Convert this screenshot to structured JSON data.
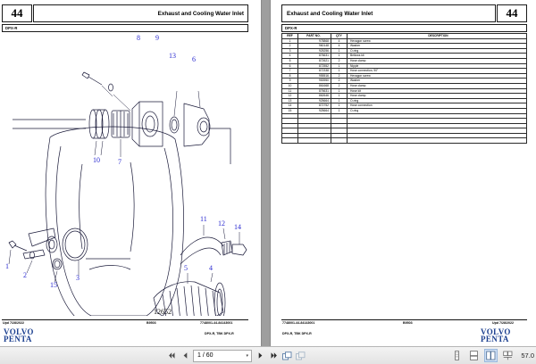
{
  "document": {
    "section_number": "44",
    "section_title": "Exhaust and Cooling Water Inlet",
    "model_code": "DPX-R",
    "figure_id": "12652"
  },
  "left_page": {
    "number": "44",
    "title": "Exhaust and Cooling Water Inlet",
    "subheader": "DPX-R",
    "callouts": [
      "8",
      "9",
      "13",
      "6",
      "10",
      "7",
      "1",
      "2",
      "15",
      "3",
      "11",
      "12",
      "14",
      "5",
      "4"
    ],
    "figure_id": "12652",
    "footer_left": "Upd 7/28/2022",
    "footer_center": "B9503",
    "footer_right": "7748001-44-84143001",
    "footer_model": "DPX-R, TBK DPX-R",
    "brand_line1": "VOLVO",
    "brand_line2": "PENTA"
  },
  "right_page": {
    "number": "44",
    "title": "Exhaust and Cooling Water Inlet",
    "subheader": "DPX-R",
    "table": {
      "headers": [
        "REF",
        "PART NO.",
        "QTY",
        "DESCRIPTION"
      ],
      "rows": [
        {
          "ref": "1",
          "part": "978868",
          "qty": "4",
          "desc": "Hexagon screw"
        },
        {
          "ref": "2",
          "part": "960148",
          "qty": "4",
          "desc": "Washer"
        },
        {
          "ref": "3",
          "part": "925256",
          "qty": "1",
          "desc": "O-ring"
        },
        {
          "ref": "4",
          "part": "876631",
          "qty": "1",
          "desc": "Bellows kit"
        },
        {
          "ref": "5",
          "part": "872621",
          "qty": "2",
          "desc": "Hose clamp"
        },
        {
          "ref": "6",
          "part": "872552",
          "qty": "1",
          "desc": "Nipple"
        },
        {
          "ref": "7",
          "part": "872338",
          "qty": "1",
          "desc": "Hose connection, 90°"
        },
        {
          "ref": "8",
          "part": "955516",
          "qty": "2",
          "desc": "Hexagon screw"
        },
        {
          "ref": "9",
          "part": "953950",
          "qty": "2",
          "desc": "Washer"
        },
        {
          "ref": "10",
          "part": "861668",
          "qty": "2",
          "desc": "Hose clamp"
        },
        {
          "ref": "11",
          "part": "876631",
          "qty": "1",
          "desc": "Hose kit"
        },
        {
          "ref": "12",
          "part": "862646",
          "qty": "1",
          "desc": "Hose clamp"
        },
        {
          "ref": "13",
          "part": "925664",
          "qty": "1",
          "desc": "O-ring"
        },
        {
          "ref": "14",
          "part": "872752",
          "qty": "1",
          "desc": "Hose connection"
        },
        {
          "ref": "15",
          "part": "925664",
          "qty": "1",
          "desc": "O-ring"
        }
      ]
    },
    "footer_left": "7748001-44-84143001",
    "footer_center": "B9503",
    "footer_right": "Upd 7/28/2022",
    "footer_model": "DPX-R, TBK DPX-R",
    "brand_line1": "VOLVO",
    "brand_line2": "PENTA"
  },
  "toolbar": {
    "first_page_icon": "first-page-icon",
    "prev_page_icon": "previous-page-icon",
    "page_value": "1 / 60",
    "page_dropdown_arrow": "▾",
    "next_page_icon": "next-page-icon",
    "last_page_icon": "last-page-icon",
    "view_single_icon": "single-page-view-icon",
    "view_continuous_icon": "continuous-view-icon",
    "view_facing_icon": "facing-pages-view-icon",
    "view_facing_cover_icon": "facing-cover-view-icon",
    "zoom_level": "57.0"
  }
}
